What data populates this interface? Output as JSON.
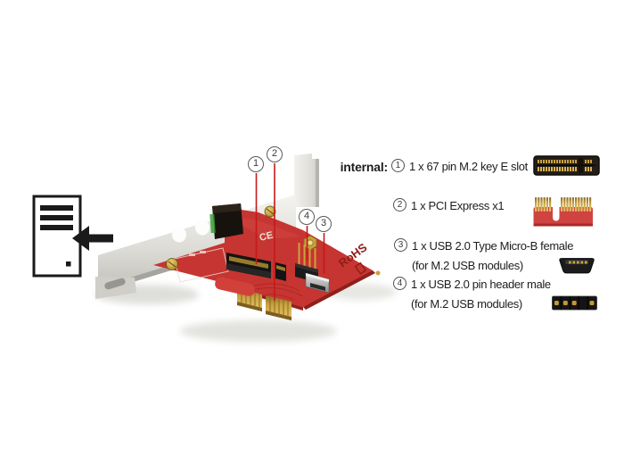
{
  "legend": {
    "heading": "internal:",
    "items": [
      {
        "num": "1",
        "line1": "1 x 67 pin M.2 key E slot",
        "line2": "",
        "icon": "m2-key-e-slot-icon"
      },
      {
        "num": "2",
        "line1": "1 x PCI Express x1",
        "line2": "",
        "icon": "pcie-x1-edge-icon"
      },
      {
        "num": "3",
        "line1": "1 x USB 2.0 Type Micro-B female",
        "line2": "(for M.2 USB modules)",
        "icon": "usb-micro-b-female-icon"
      },
      {
        "num": "4",
        "line1": "1 x USB 2.0 pin header male",
        "line2": "(for M.2 USB modules)",
        "icon": "usb-pin-header-icon"
      }
    ]
  },
  "callouts": [
    {
      "num": "1",
      "target": "m2-key-e-slot"
    },
    {
      "num": "2",
      "target": "pci-express-x1-edge"
    },
    {
      "num": "4",
      "target": "usb-pin-header"
    },
    {
      "num": "3",
      "target": "usb-micro-b-connector"
    }
  ],
  "card": {
    "silkscreen_rohs": "RoHS",
    "silkscreen_ce": "CE"
  },
  "colors": {
    "pcb_red": "#c63531",
    "pcb_edge_dark": "#8e1f1b",
    "bracket_silver": "#e4e3de",
    "gold": "#c9a23e",
    "callout_line_red": "#c41a1a",
    "text": "#1d1d1b"
  }
}
